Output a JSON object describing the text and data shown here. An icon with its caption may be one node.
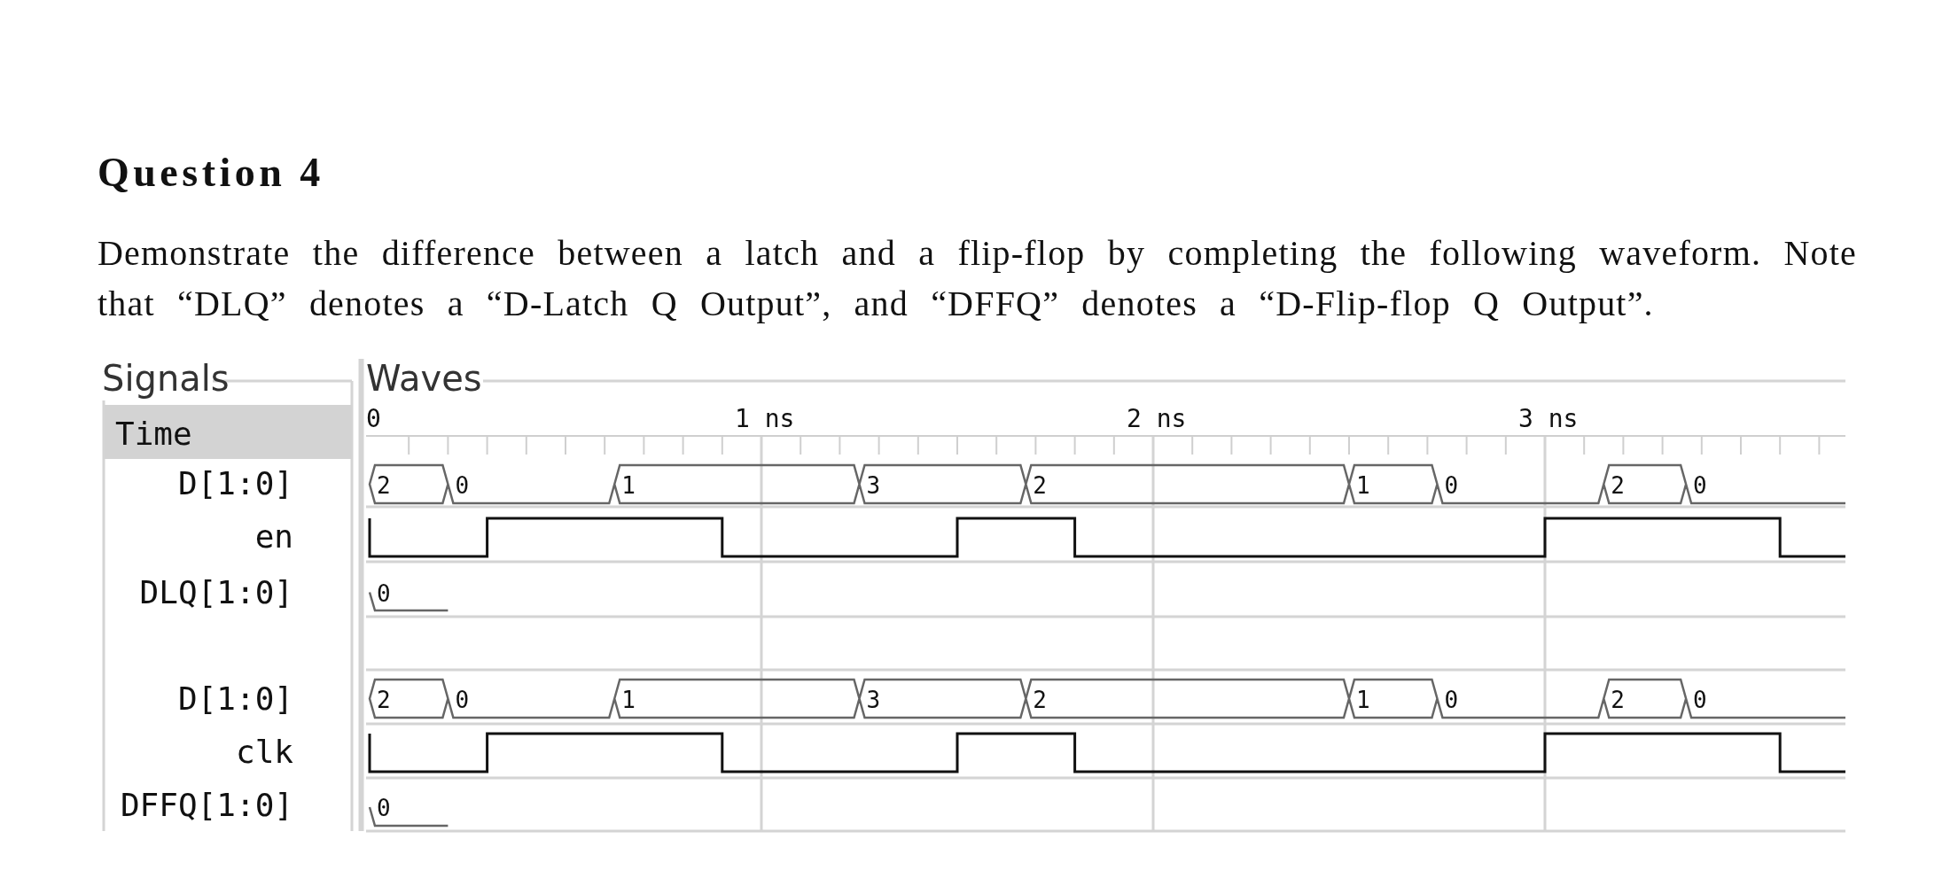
{
  "diagram": {
    "title": "Question 4",
    "labels": [
      "Demonstrate the difference between a latch and a flip-flop by completing the following waveform. Note that “DLQ” denotes a “D-Latch Q Output”, and “DFFQ” denotes a “D-Flip-flop Q Output”.",
      "Signals",
      "Waves",
      "Time",
      "0",
      "1 ns",
      "2 ns",
      "3 ns",
      "D[1:0]",
      "2",
      "0",
      "1",
      "3",
      "2",
      "1",
      "0",
      "2",
      "0",
      "en",
      "DLQ[1:0]",
      "0",
      "D[1:0]",
      "2",
      "0",
      "1",
      "3",
      "2",
      "1",
      "0",
      "2",
      "0",
      "clk",
      "DFFQ[1:0]",
      "0"
    ]
  }
}
